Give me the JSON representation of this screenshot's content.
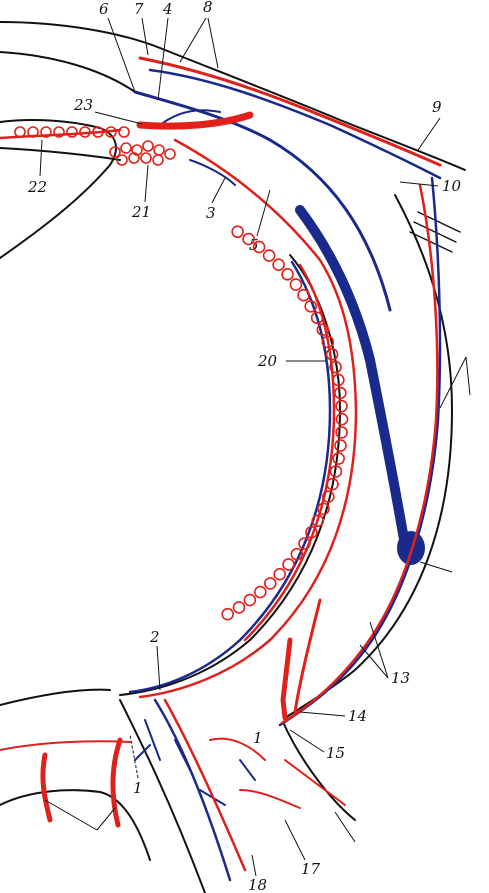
{
  "colors": {
    "arteries": "#e0201b",
    "veins": "#1a2a8c",
    "outline": "#111111",
    "background": "#ffffff"
  },
  "labels": {
    "l1_top": "1",
    "l1_bottom": "1",
    "l2": "2",
    "l3": "3",
    "l4": "4",
    "l5": "5",
    "l6": "6",
    "l7": "7",
    "l8": "8",
    "l9": "9",
    "l10": "10",
    "l13": "13",
    "l14": "14",
    "l15": "15",
    "l17": "17",
    "l18": "18",
    "l20": "20",
    "l21": "21",
    "l22": "22",
    "l23": "23"
  }
}
